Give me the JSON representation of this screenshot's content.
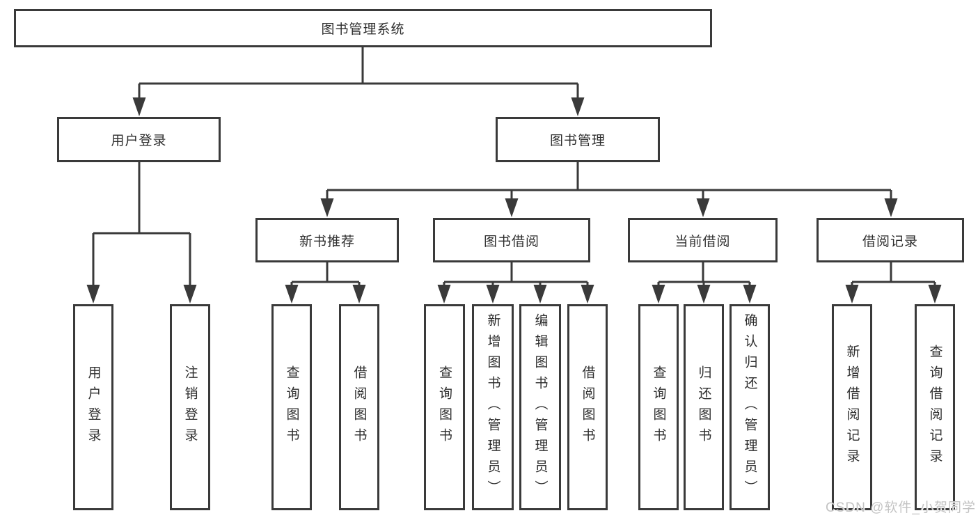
{
  "nodes": {
    "root": "图书管理系统",
    "user_login": {
      "label": "用户登录",
      "children": [
        {
          "label": "用户登录"
        },
        {
          "label": "注销登录"
        }
      ]
    },
    "book_mgmt": {
      "label": "图书管理",
      "children": [
        {
          "label": "新书推荐",
          "children": [
            {
              "label": "查询图书"
            },
            {
              "label": "借阅图书"
            }
          ]
        },
        {
          "label": "图书借阅",
          "children": [
            {
              "label": "查询图书"
            },
            {
              "label": "新增图书（管理员）"
            },
            {
              "label": "编辑图书（管理员）"
            },
            {
              "label": "借阅图书"
            }
          ]
        },
        {
          "label": "当前借阅",
          "children": [
            {
              "label": "查询图书"
            },
            {
              "label": "归还图书"
            },
            {
              "label": "确认归还（管理员）"
            }
          ]
        },
        {
          "label": "借阅记录",
          "children": [
            {
              "label": "新增借阅记录"
            },
            {
              "label": "查询借阅记录"
            }
          ]
        }
      ]
    }
  },
  "watermark": "CSDN @软件_小贺同学",
  "colors": {
    "line": "#3a3a3a",
    "text": "#2e2e2e",
    "background": "#ffffff",
    "watermark": "#c3c3c3"
  }
}
